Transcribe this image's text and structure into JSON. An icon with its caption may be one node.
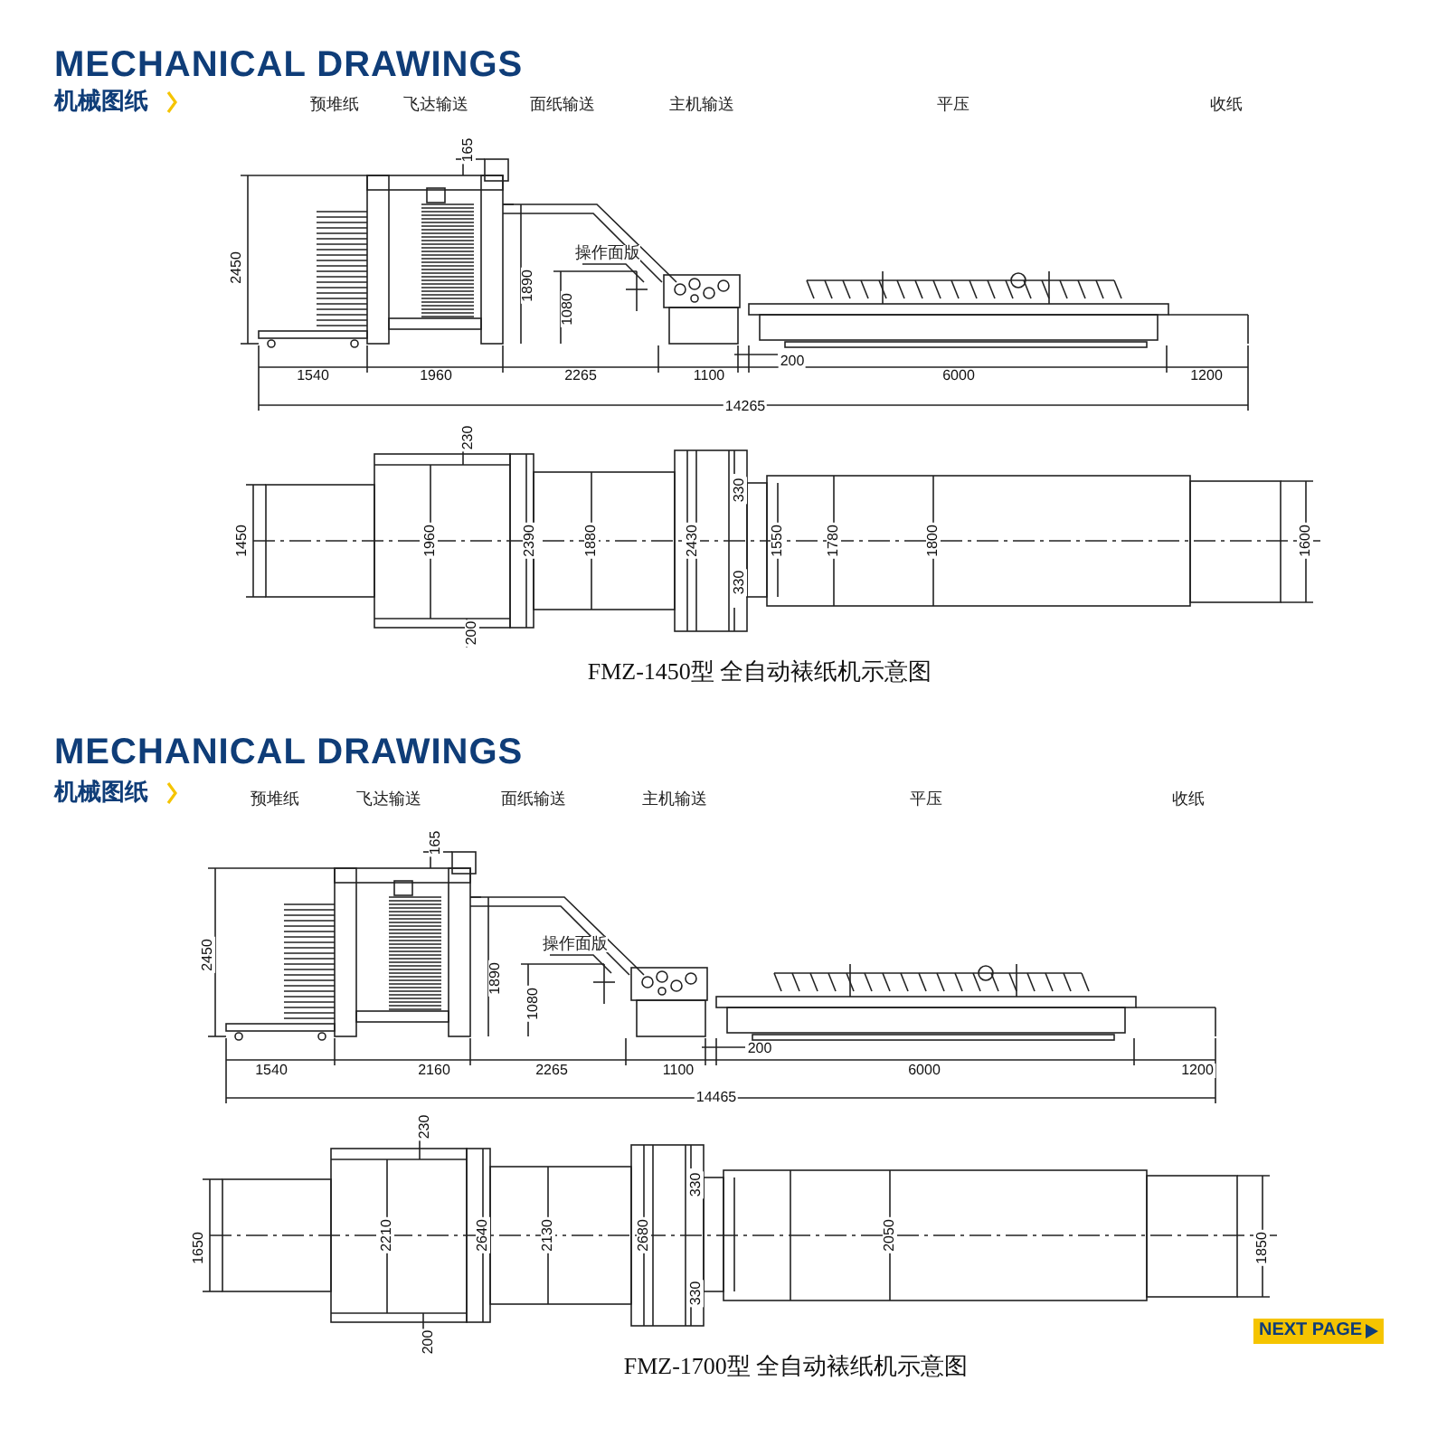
{
  "diagram": {
    "nodes": [
      {
        "text": [
          "操作面版"
        ]
      },
      {
        "text": [
          "操作面版"
        ]
      }
    ],
    "edges": [
      {
        "from": 0,
        "to": null,
        "arrow": "none"
      },
      {
        "from": 1,
        "to": null,
        "arrow": "none"
      }
    ],
    "labels": [
      "MECHANICAL DRAWINGS",
      "机械图纸",
      "预堆纸",
      "飞达输送",
      "面纸输送",
      "主机输送",
      "平压",
      "收纸",
      "165",
      "2450",
      "1890",
      "1080",
      "200",
      "1540",
      "1960",
      "2265",
      "1100",
      "6000",
      "1200",
      "14265",
      "230",
      "1450",
      "1960",
      "2390",
      "1880",
      "2430",
      "330",
      "1550",
      "1780",
      "1800",
      "1600",
      "330",
      "200",
      "FMZ-1450型 全自动裱纸机示意图",
      "MECHANICAL DRAWINGS",
      "机械图纸",
      "预堆纸",
      "飞达输送",
      "面纸输送",
      "主机输送",
      "平压",
      "收纸",
      "165",
      "2450",
      "1890",
      "1080",
      "200",
      "1540",
      "2160",
      "2265",
      "1100",
      "6000",
      "1200",
      "14465",
      "230",
      "1650",
      "2210",
      "2640",
      "2130",
      "2680",
      "330",
      "2050",
      "1850",
      "330",
      "200",
      "NEXT PAGE",
      "FMZ-1700型 全自动裱纸机示意图"
    ]
  }
}
